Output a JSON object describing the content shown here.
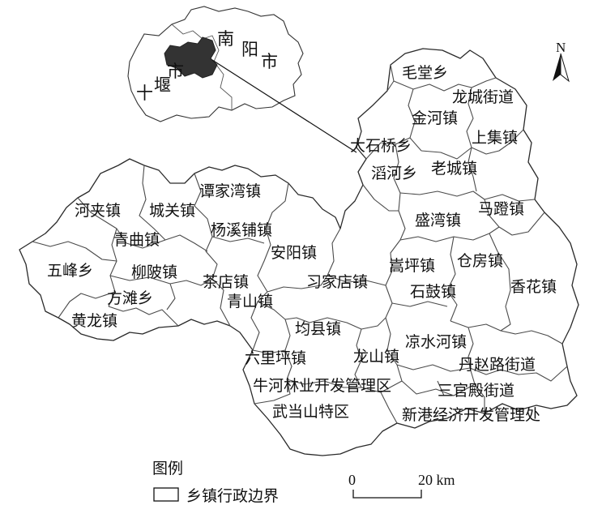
{
  "inset": {
    "city_left_line1": "十",
    "city_left_line2": "堰",
    "city_left_line3": "市",
    "city_right_line1": "南",
    "city_right_line2": "阳",
    "city_right_line3": "市",
    "highlight_color": "#333333"
  },
  "north_arrow": {
    "label": "N"
  },
  "places": [
    "毛堂乡",
    "龙城街道",
    "金河镇",
    "上集镇",
    "大石桥乡",
    "滔河乡",
    "老城镇",
    "谭家湾镇",
    "河夹镇",
    "城关镇",
    "杨溪铺镇",
    "青曲镇",
    "马蹬镇",
    "盛湾镇",
    "五峰乡",
    "柳陂镇",
    "安阳镇",
    "嵩坪镇",
    "仓房镇",
    "茶店镇",
    "习家店镇",
    "方滩乡",
    "青山镇",
    "石鼓镇",
    "香花镇",
    "黄龙镇",
    "均县镇",
    "凉水河镇",
    "六里坪镇",
    "龙山镇",
    "丹赵路街道",
    "牛河林业开发管理区",
    "三官殿街道",
    "武当山特区",
    "新港经济开发管理处"
  ],
  "legend": {
    "title": "图例",
    "item_label": "乡镇行政边界"
  },
  "scale": {
    "start_label": "0",
    "end_label": "20 km"
  }
}
